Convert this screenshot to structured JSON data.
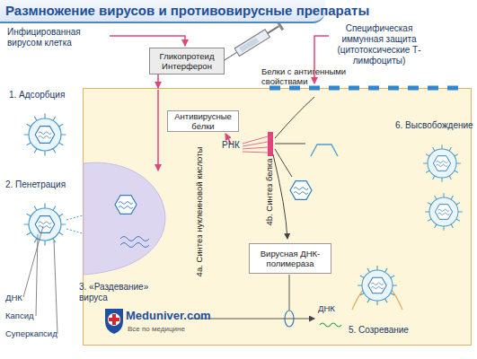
{
  "diagram": {
    "title": "Размножение вирусов и противовирусные препараты",
    "nodes": [
      {
        "text": [
          "Гликопротеид Интерферон"
        ]
      },
      {
        "text": [
          "Белки с антигенными свойствами"
        ]
      },
      {
        "text": [
          "Антивирусные белки"
        ],
        "in": 1
      },
      {
        "text": [
          "Вирусная ДНК-полимераза"
        ],
        "in": 1
      }
    ],
    "edges": [
      {
        "from": 0,
        "to": 1,
        "arrow": "to"
      }
    ],
    "labels": [
      "Инфицированная вирусом клетка",
      "Специфическая иммунная защита (цитотоксические Т-лимфоциты)",
      "1. Адсорбция",
      "2. Пенетрация",
      "РНК",
      "4a. Синтез нуклеиновой кислоты",
      "4b. Синтез белка",
      "6. Высвобождение",
      "3. «Раздевание» вируса",
      "ДНК",
      "Капсид",
      "Суперкапсид",
      "Meduniver.com",
      "Все по медицине",
      "ДНК",
      "5. Созревание"
    ]
  }
}
